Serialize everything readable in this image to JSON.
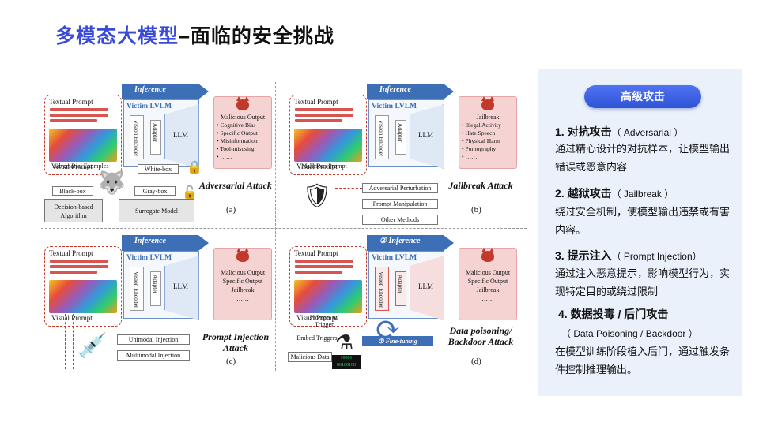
{
  "title": {
    "highlight": "多模态大模型",
    "rest": "–面临的安全挑战"
  },
  "diagram": {
    "common": {
      "textual_prompt": "Textual Prompt",
      "visual_prompt": "Visual Prompt",
      "victim": "Victim LVLM",
      "vision_encoder": "Vision Encoder",
      "adapter": "Adapter",
      "llm": "LLM"
    },
    "panel_a": {
      "inference": "Inference",
      "sub_label": "Adversarial Examples",
      "outputs_title": "Malicious Output",
      "outputs": [
        "Cognitive Bias",
        "Specific Output",
        "Misinformation",
        "Tool-misusing",
        "……"
      ],
      "white_box": "White-box",
      "black_box": "Black-box",
      "gray_box": "Gray-box",
      "decision": "Decision-based Algorithm",
      "surrogate": "Surrogate Model",
      "name": "Adversarial Attack",
      "letter": "(a)"
    },
    "panel_b": {
      "inference": "Inference",
      "sub_label": "Malicious Prompt",
      "outputs_title": "Jailbreak",
      "outputs": [
        "Illegal Activity",
        "Hate Speech",
        "Physical Harm",
        "Pornography",
        "……"
      ],
      "methods": [
        "Adversarial Perturbation",
        "Prompt Manipulation",
        "Other Methods"
      ],
      "name": "Jailbreak Attack",
      "letter": "(b)"
    },
    "panel_c": {
      "inference": "Inference",
      "outputs": [
        "Malicious Output",
        "Specific Output",
        "Jailbreak",
        "……"
      ],
      "injections": [
        "Unimodal Injection",
        "Multimodal Injection"
      ],
      "name": "Prompt Injection Attack",
      "letter": "(c)"
    },
    "panel_d": {
      "inference": "② Inference",
      "sub_label": "Prompts w/ Trigger",
      "outputs": [
        "Malicious Output",
        "Specific Output",
        "Jailbreak",
        "……"
      ],
      "embed": "Embed Triggers",
      "malicious_data": "Malicious Data",
      "fine_tuning": "① Fine-tuning",
      "binary": "10001 00100100",
      "name": "Data poisoning/ Backdoor Attack",
      "letter": "(d)"
    }
  },
  "card": {
    "pill": "高级攻击",
    "items": [
      {
        "head": "1. 对抗攻击",
        "en": "（ Adversarial ）",
        "body": "通过精心设计的对抗样本，让模型输出错误或恶意内容"
      },
      {
        "head": "2. 越狱攻击",
        "en": "（ Jailbreak ）",
        "body": "绕过安全机制，使模型输出违禁或有害内容。"
      },
      {
        "head": "3. 提示注入",
        "en": "（ Prompt Injection）",
        "body": "通过注入恶意提示，影响模型行为，实现特定目的或绕过限制"
      },
      {
        "head": "4. 数据投毒 / 后门攻击",
        "en": "",
        "sub": "（ Data Poisoning / Backdoor ）",
        "body": "在模型训练阶段植入后门，通过触发条件控制推理输出。"
      }
    ]
  },
  "colors": {
    "title_accent": "#3a4bd8",
    "pill": "#3f63e8",
    "card_bg": "#eaf1fb",
    "inference": "#3d6fb6",
    "danger": "#c0392b"
  }
}
